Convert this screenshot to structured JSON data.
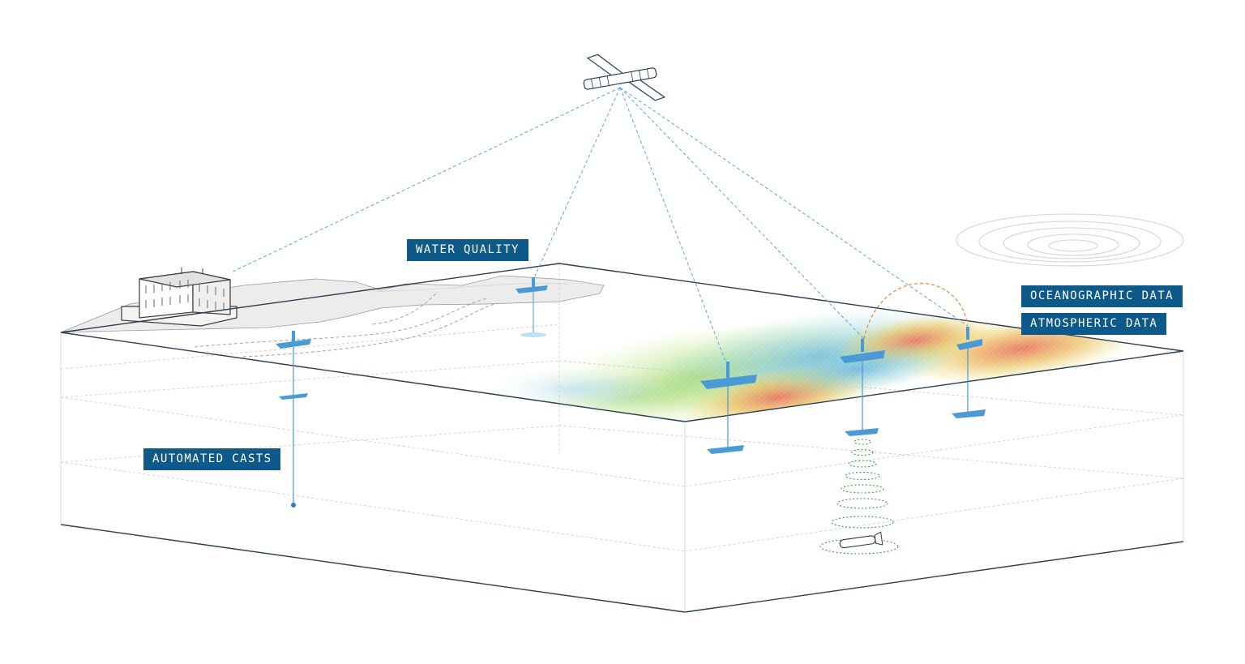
{
  "labels": {
    "water_quality": "WATER QUALITY",
    "automated_casts": "AUTOMATED CASTS",
    "oceanographic_data": "OCEANOGRAPHIC DATA",
    "atmospheric_data": "ATMOSPHERIC DATA"
  },
  "icons": [
    "satellite-icon",
    "building-icon",
    "drone-icon",
    "auv-icon",
    "wind-spiral-icon"
  ],
  "colors": {
    "label_bg": "#0d5a8a",
    "label_text": "#ffffff",
    "box_outline": "#2a3d52",
    "uplink": "#5aa5d6",
    "relay_arc": "#e08a4a",
    "drone": "#4a9ad6",
    "sonar": "#3f9a4a",
    "heat_low": "#7fc6e8",
    "heat_mid": "#e8dc5a",
    "heat_high": "#e8705a"
  }
}
